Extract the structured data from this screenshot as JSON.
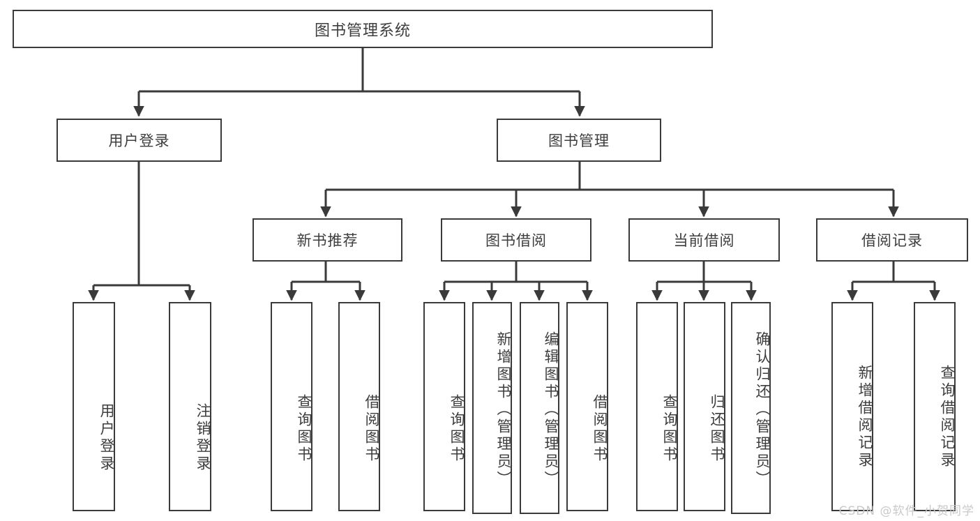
{
  "diagram": {
    "title": "图书管理系统",
    "type": "tree-hierarchy-diagram",
    "root": {
      "id": "root",
      "label": "图书管理系统"
    },
    "level2": [
      {
        "id": "user-login",
        "label": "用户登录"
      },
      {
        "id": "book-manage",
        "label": "图书管理"
      }
    ],
    "level3": [
      {
        "id": "new-book-recommend",
        "label": "新书推荐",
        "parent": "book-manage"
      },
      {
        "id": "book-borrow",
        "label": "图书借阅",
        "parent": "book-manage"
      },
      {
        "id": "current-borrow",
        "label": "当前借阅",
        "parent": "book-manage"
      },
      {
        "id": "borrow-record",
        "label": "借阅记录",
        "parent": "book-manage"
      }
    ],
    "leaves": [
      {
        "id": "leaf-user-login",
        "label": "用户登录",
        "parent": "user-login"
      },
      {
        "id": "leaf-logout-login",
        "label": "注销登录",
        "parent": "user-login"
      },
      {
        "id": "leaf-query-book-1",
        "label": "查询图书",
        "parent": "new-book-recommend"
      },
      {
        "id": "leaf-borrow-book-1",
        "label": "借阅图书",
        "parent": "new-book-recommend"
      },
      {
        "id": "leaf-query-book-2",
        "label": "查询图书",
        "parent": "book-borrow"
      },
      {
        "id": "leaf-add-book",
        "label": "新增图书（管理员）",
        "parent": "book-borrow"
      },
      {
        "id": "leaf-edit-book",
        "label": "编辑图书（管理员）",
        "parent": "book-borrow"
      },
      {
        "id": "leaf-borrow-book-2",
        "label": "借阅图书",
        "parent": "book-borrow"
      },
      {
        "id": "leaf-query-book-3",
        "label": "查询图书",
        "parent": "current-borrow"
      },
      {
        "id": "leaf-return-book",
        "label": "归还图书",
        "parent": "current-borrow"
      },
      {
        "id": "leaf-confirm-return",
        "label": "确认归还（管理员）",
        "parent": "current-borrow"
      },
      {
        "id": "leaf-add-record",
        "label": "新增借阅记录",
        "parent": "borrow-record"
      },
      {
        "id": "leaf-query-record",
        "label": "查询借阅记录",
        "parent": "borrow-record"
      }
    ],
    "colors": {
      "stroke": "#3a3a3a",
      "text": "#3d3d3d",
      "background": "#ffffff",
      "watermark": "#c9c9c9"
    }
  },
  "watermark": {
    "text": "CSDN @软件_小贺同学"
  }
}
